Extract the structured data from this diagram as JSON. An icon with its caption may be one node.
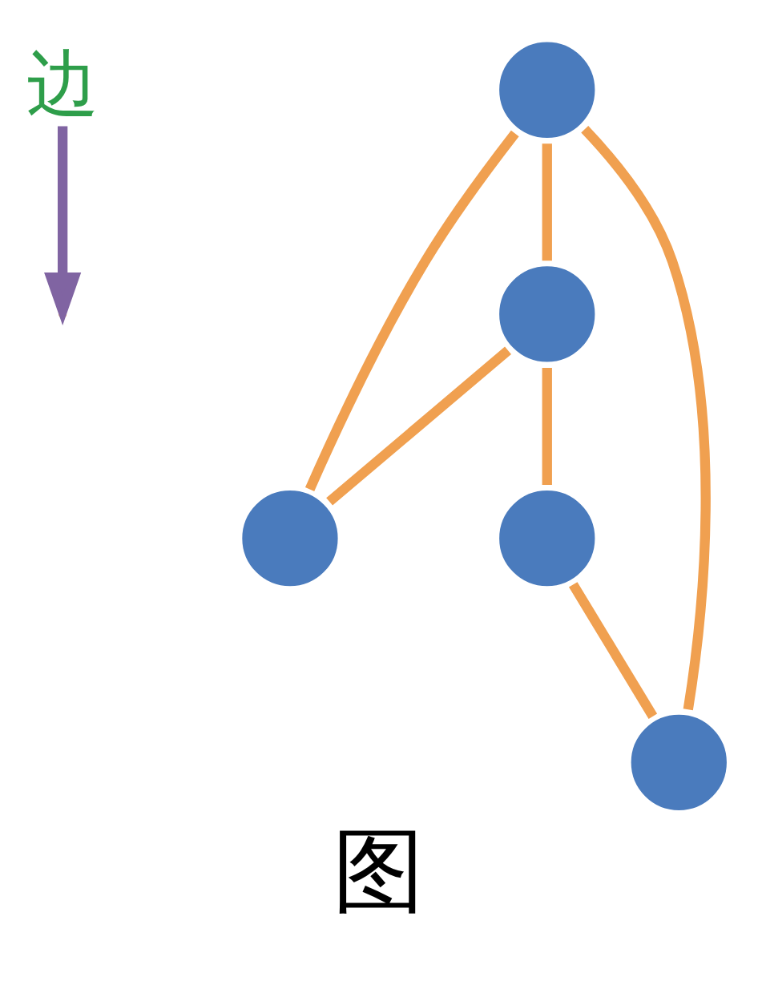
{
  "diagram": {
    "caption": "图",
    "nodes": [
      {
        "text": [
          "边"
        ]
      },
      {
        "text": [],
        "shape": "circle"
      },
      {
        "text": [],
        "shape": "circle"
      },
      {
        "text": [],
        "shape": "circle"
      },
      {
        "text": [],
        "shape": "circle"
      },
      {
        "text": [],
        "shape": "circle"
      }
    ],
    "edges": [
      {
        "from": 0,
        "to": null,
        "arrow": "to",
        "color": "#8064a2"
      },
      {
        "from": 1,
        "to": 2,
        "arrow": "none"
      },
      {
        "from": 1,
        "to": 3,
        "arrow": "none"
      },
      {
        "from": 3,
        "to": 2,
        "arrow": "none"
      },
      {
        "from": 3,
        "to": 4,
        "arrow": "none"
      },
      {
        "from": 4,
        "to": 5,
        "arrow": "none"
      },
      {
        "from": 5,
        "to": 1,
        "arrow": "none"
      }
    ]
  }
}
